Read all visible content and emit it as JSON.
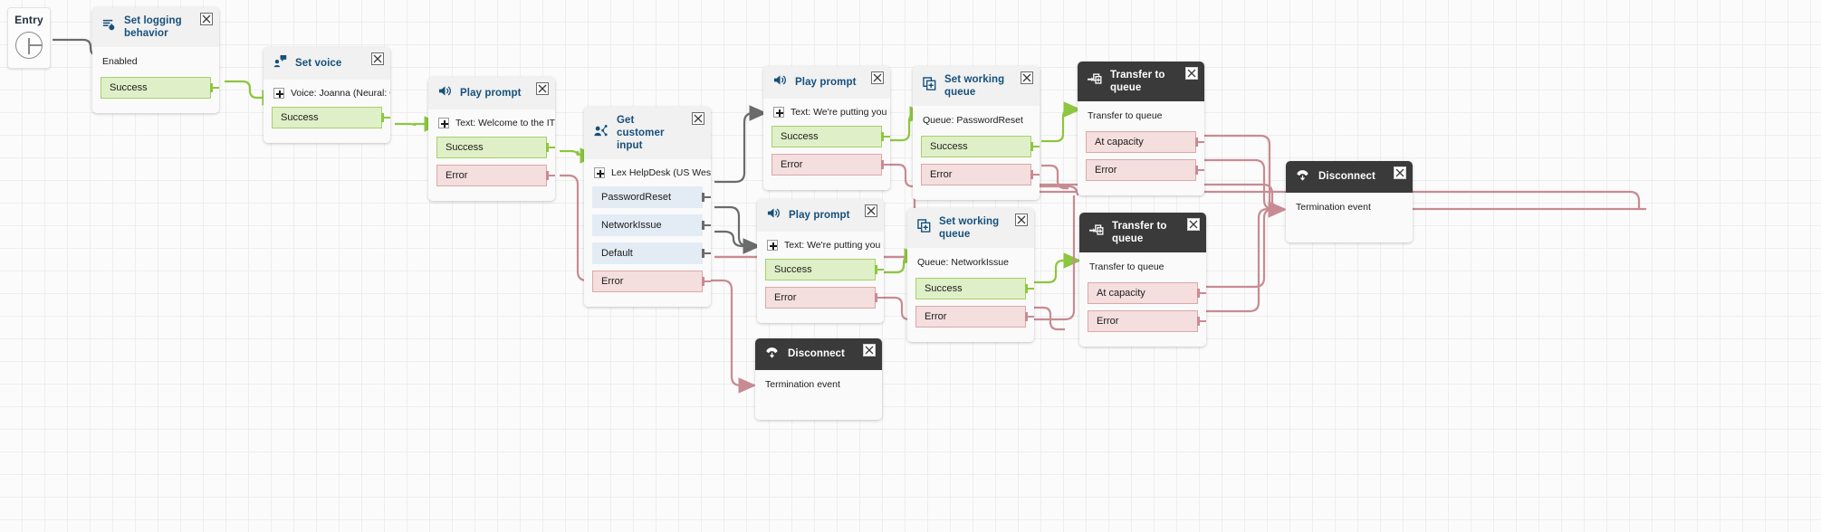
{
  "editor": {
    "name": "amazon-connect-contact-flow-designer",
    "grid_color": "#eeeeee",
    "canvas_background": "#fbfbfb",
    "accent_title_color": "#16507b",
    "success_color": "#8dc63f",
    "error_color": "#c88b92",
    "branch_color": "#6b6b6b",
    "dark_header_color": "#3a3a3a"
  },
  "entry": {
    "label": "Entry"
  },
  "nodes": [
    {
      "id": "set-logging-behavior",
      "title": "Set logging behavior",
      "icon": "logging-icon",
      "dark": false,
      "param": {
        "text": "Enabled",
        "has_plus": false
      },
      "ports": [
        {
          "label": "Success",
          "kind": "success"
        }
      ]
    },
    {
      "id": "set-voice",
      "title": "Set voice",
      "icon": "set-voice-icon",
      "dark": false,
      "param": {
        "text": "Voice: Joanna (Neural: Con...",
        "has_plus": true
      },
      "ports": [
        {
          "label": "Success",
          "kind": "success"
        }
      ]
    },
    {
      "id": "play-prompt-welcome",
      "title": "Play prompt",
      "icon": "speaker-icon",
      "dark": false,
      "param": {
        "text": "Text: Welcome to the IT Hel...",
        "has_plus": true
      },
      "ports": [
        {
          "label": "Success",
          "kind": "success"
        },
        {
          "label": "Error",
          "kind": "error"
        }
      ]
    },
    {
      "id": "get-customer-input",
      "title": "Get customer input",
      "icon": "get-customer-input-icon",
      "dark": false,
      "param": {
        "text": "Lex HelpDesk (US West: O...",
        "has_plus": true
      },
      "ports": [
        {
          "label": "PasswordReset",
          "kind": "branch"
        },
        {
          "label": "NetworkIssue",
          "kind": "branch"
        },
        {
          "label": "Default",
          "kind": "branch"
        },
        {
          "label": "Error",
          "kind": "error"
        }
      ]
    },
    {
      "id": "play-prompt-queue-password",
      "title": "Play prompt",
      "icon": "speaker-icon",
      "dark": false,
      "param": {
        "text": "Text: We're putting you in a ...",
        "has_plus": true
      },
      "ports": [
        {
          "label": "Success",
          "kind": "success"
        },
        {
          "label": "Error",
          "kind": "error"
        }
      ]
    },
    {
      "id": "set-working-queue-password",
      "title": "Set working queue",
      "icon": "set-working-queue-icon",
      "dark": false,
      "param": {
        "text": "Queue: PasswordReset",
        "has_plus": false
      },
      "ports": [
        {
          "label": "Success",
          "kind": "success"
        },
        {
          "label": "Error",
          "kind": "error"
        }
      ]
    },
    {
      "id": "transfer-to-queue-password",
      "title": "Transfer to queue",
      "icon": "transfer-to-queue-icon",
      "dark": true,
      "param": {
        "text": "Transfer to queue",
        "has_plus": false
      },
      "ports": [
        {
          "label": "At capacity",
          "kind": "error"
        },
        {
          "label": "Error",
          "kind": "error"
        }
      ]
    },
    {
      "id": "play-prompt-queue-network",
      "title": "Play prompt",
      "icon": "speaker-icon",
      "dark": false,
      "param": {
        "text": "Text: We're putting you in a ...",
        "has_plus": true
      },
      "ports": [
        {
          "label": "Success",
          "kind": "success"
        },
        {
          "label": "Error",
          "kind": "error"
        }
      ]
    },
    {
      "id": "set-working-queue-network",
      "title": "Set working queue",
      "icon": "set-working-queue-icon",
      "dark": false,
      "param": {
        "text": "Queue: NetworkIssue",
        "has_plus": false
      },
      "ports": [
        {
          "label": "Success",
          "kind": "success"
        },
        {
          "label": "Error",
          "kind": "error"
        }
      ]
    },
    {
      "id": "transfer-to-queue-network",
      "title": "Transfer to queue",
      "icon": "transfer-to-queue-icon",
      "dark": true,
      "param": {
        "text": "Transfer to queue",
        "has_plus": false
      },
      "ports": [
        {
          "label": "At capacity",
          "kind": "error"
        },
        {
          "label": "Error",
          "kind": "error"
        }
      ]
    },
    {
      "id": "disconnect-right",
      "title": "Disconnect",
      "icon": "disconnect-icon",
      "dark": true,
      "param": {
        "text": "Termination event",
        "has_plus": false
      },
      "ports": []
    },
    {
      "id": "disconnect-bottom",
      "title": "Disconnect",
      "icon": "disconnect-icon",
      "dark": true,
      "param": {
        "text": "Termination event",
        "has_plus": false
      },
      "ports": []
    }
  ]
}
